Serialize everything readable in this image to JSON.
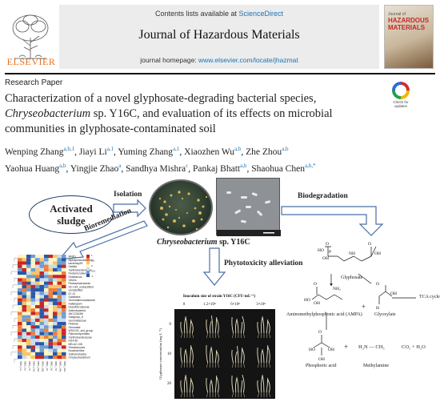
{
  "header": {
    "contents_prefix": "Contents lists available at ",
    "contents_link": "ScienceDirect",
    "journal_title": "Journal of Hazardous Materials",
    "homepage_prefix": "journal homepage: ",
    "homepage_link": "www.elsevier.com/locate/jhazmat",
    "publisher": "ELSEVIER",
    "cover_journal": "Journal of",
    "cover_title_1": "HAZARDOUS",
    "cover_title_2": "MATERIALS"
  },
  "article": {
    "type": "Research Paper",
    "title_part1": "Characterization of a novel glyphosate-degrading bacterial species, ",
    "title_italic": "Chryseobacterium",
    "title_part2": " sp. Y16C, and evaluation of its effects on microbial communities in glyphosate-contaminated soil",
    "check_updates": "Check for updates",
    "authors_line1": [
      {
        "name": "Wenping Zhang",
        "sup": "a,b,1"
      },
      {
        "name": "Jiayi Li",
        "sup": "a,1"
      },
      {
        "name": "Yuming Zhang",
        "sup": "a,1"
      },
      {
        "name": "Xiaozhen Wu",
        "sup": "a,b"
      },
      {
        "name": "Zhe Zhou",
        "sup": "a,b"
      }
    ],
    "authors_line2": [
      {
        "name": "Yaohua Huang",
        "sup": "a,b"
      },
      {
        "name": "Yingjie Zhao",
        "sup": "a"
      },
      {
        "name": "Sandhya Mishra",
        "sup": "c"
      },
      {
        "name": "Pankaj Bhatt",
        "sup": "a,b"
      },
      {
        "name": "Shaohua Chen",
        "sup": "a,b,*"
      }
    ]
  },
  "abstract": {
    "sludge_line1": "Activated",
    "sludge_line2": "sludge",
    "isolation": "Isolation",
    "bioremediation": "Bioremediation",
    "biodegradation": "Biodegradation",
    "species_italic": "Chryseobacterium",
    "species_suffix": " sp. Y16C",
    "phytotoxicity": "Phytotoxicity alleviation",
    "inoculum_title": "Inoculum size of strain Y16C (CFU·mL⁻¹)",
    "inoculum_levels": [
      "0",
      "1.2×10⁸",
      "6×10⁸",
      "3×10⁸"
    ],
    "glyphosate_axis": "Glyphosate concentration (mg·L⁻¹)",
    "glyphosate_levels": [
      "0",
      "10",
      "20"
    ],
    "heatmap_taxa": [
      "MND1",
      "Alphaproteobacteria",
      "bacteriap25",
      "Gaiella",
      "Xanthobacteraceae",
      "Pedomicrobium",
      "Roseiarcus",
      "Others",
      "Pedosphaeraceae",
      "SC-I-84_unclassified",
      "unclassified",
      "67-14",
      "Gaiellales",
      "Gemmatimonadaceae",
      "Haliangium",
      "Desulfarculaceae",
      "Actinobacteria",
      "IMCC26256",
      "Subgroup_6",
      "Gemmataceae",
      "Pirellula",
      "Gemmata",
      "WD2101_soil_group",
      "Planctomycetales",
      "Xanthobacteraceae",
      "KD4-96",
      "MB-A2-108",
      "Streptomyces",
      "Nocardioides",
      "Solirubrobacter",
      "Chryseobacterium"
    ],
    "heatmap_scale": [
      "1",
      "0.5",
      "0",
      "-0.5",
      "-1"
    ],
    "heatmap_samples": [
      "NBS_1d",
      "NBS_3d",
      "NBS_7d",
      "NBS_14d",
      "NBS_21d",
      "NBS_30d",
      "NBC_1d",
      "NBC_3d",
      "NBC_7d",
      "NBC_14d",
      "NBC_21d"
    ],
    "chem": {
      "glyphosate": "Glyphosate",
      "ampa": "Aminomethylphosphonic acid (AMPA)",
      "glyoxylate": "Glyoxylate",
      "tca": "TCA cycle",
      "phosphoric": "Phosphoric acid",
      "methylamine": "Methylamine",
      "plus": "+",
      "products": "CO₂ + H₂O",
      "methylamine_formula": "H₂N — CH₃"
    }
  }
}
